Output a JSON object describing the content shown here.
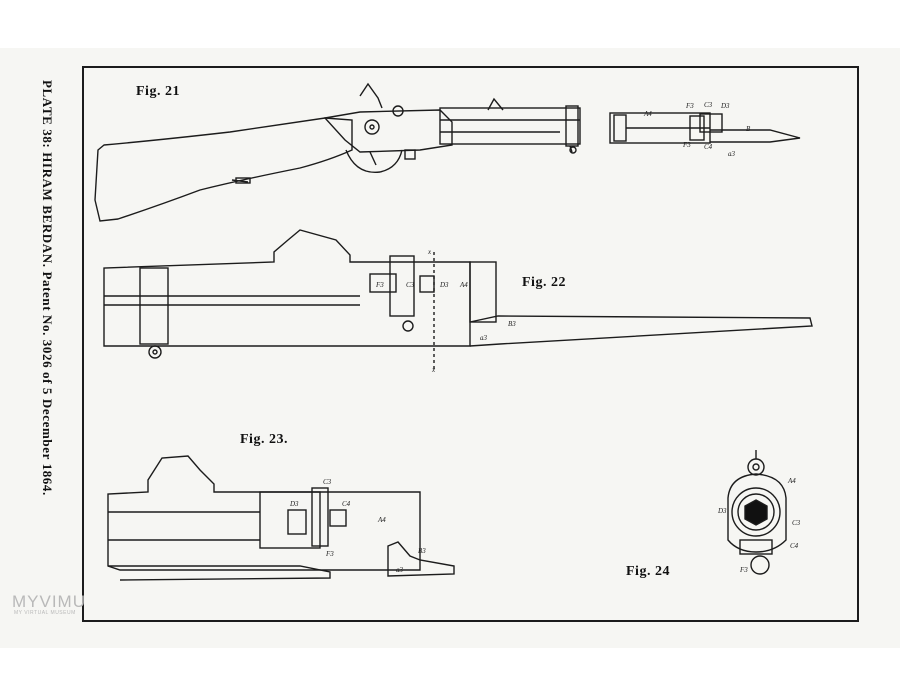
{
  "plate_caption": "PLATE 38: HIRAM BERDAN. Patent No. 3026 of 5 December 1864.",
  "figures": {
    "fig21": "Fig. 21",
    "fig22": "Fig. 22",
    "fig23": "Fig. 23.",
    "fig24": "Fig. 24"
  },
  "part_letters": {
    "fig21": [
      "A4",
      "F3",
      "C3",
      "D3",
      "B",
      "F3",
      "C4",
      "a3"
    ],
    "fig22": [
      "F3",
      "C3",
      "D3",
      "A4",
      "B3",
      "a3",
      "x",
      "x"
    ],
    "fig23": [
      "C3",
      "D3",
      "C4",
      "A4",
      "F3",
      "B3",
      "a3"
    ],
    "fig24": [
      "A4",
      "D3",
      "C3",
      "C4",
      "F3"
    ]
  },
  "watermark": {
    "text": "MYVIMU",
    "subtext": "MY VIRTUAL MUSEUM"
  },
  "colors": {
    "paper": "#f6f6f3",
    "ink": "#1c1c1c",
    "background": "#ffffff",
    "watermark": "#b9b9b9"
  }
}
